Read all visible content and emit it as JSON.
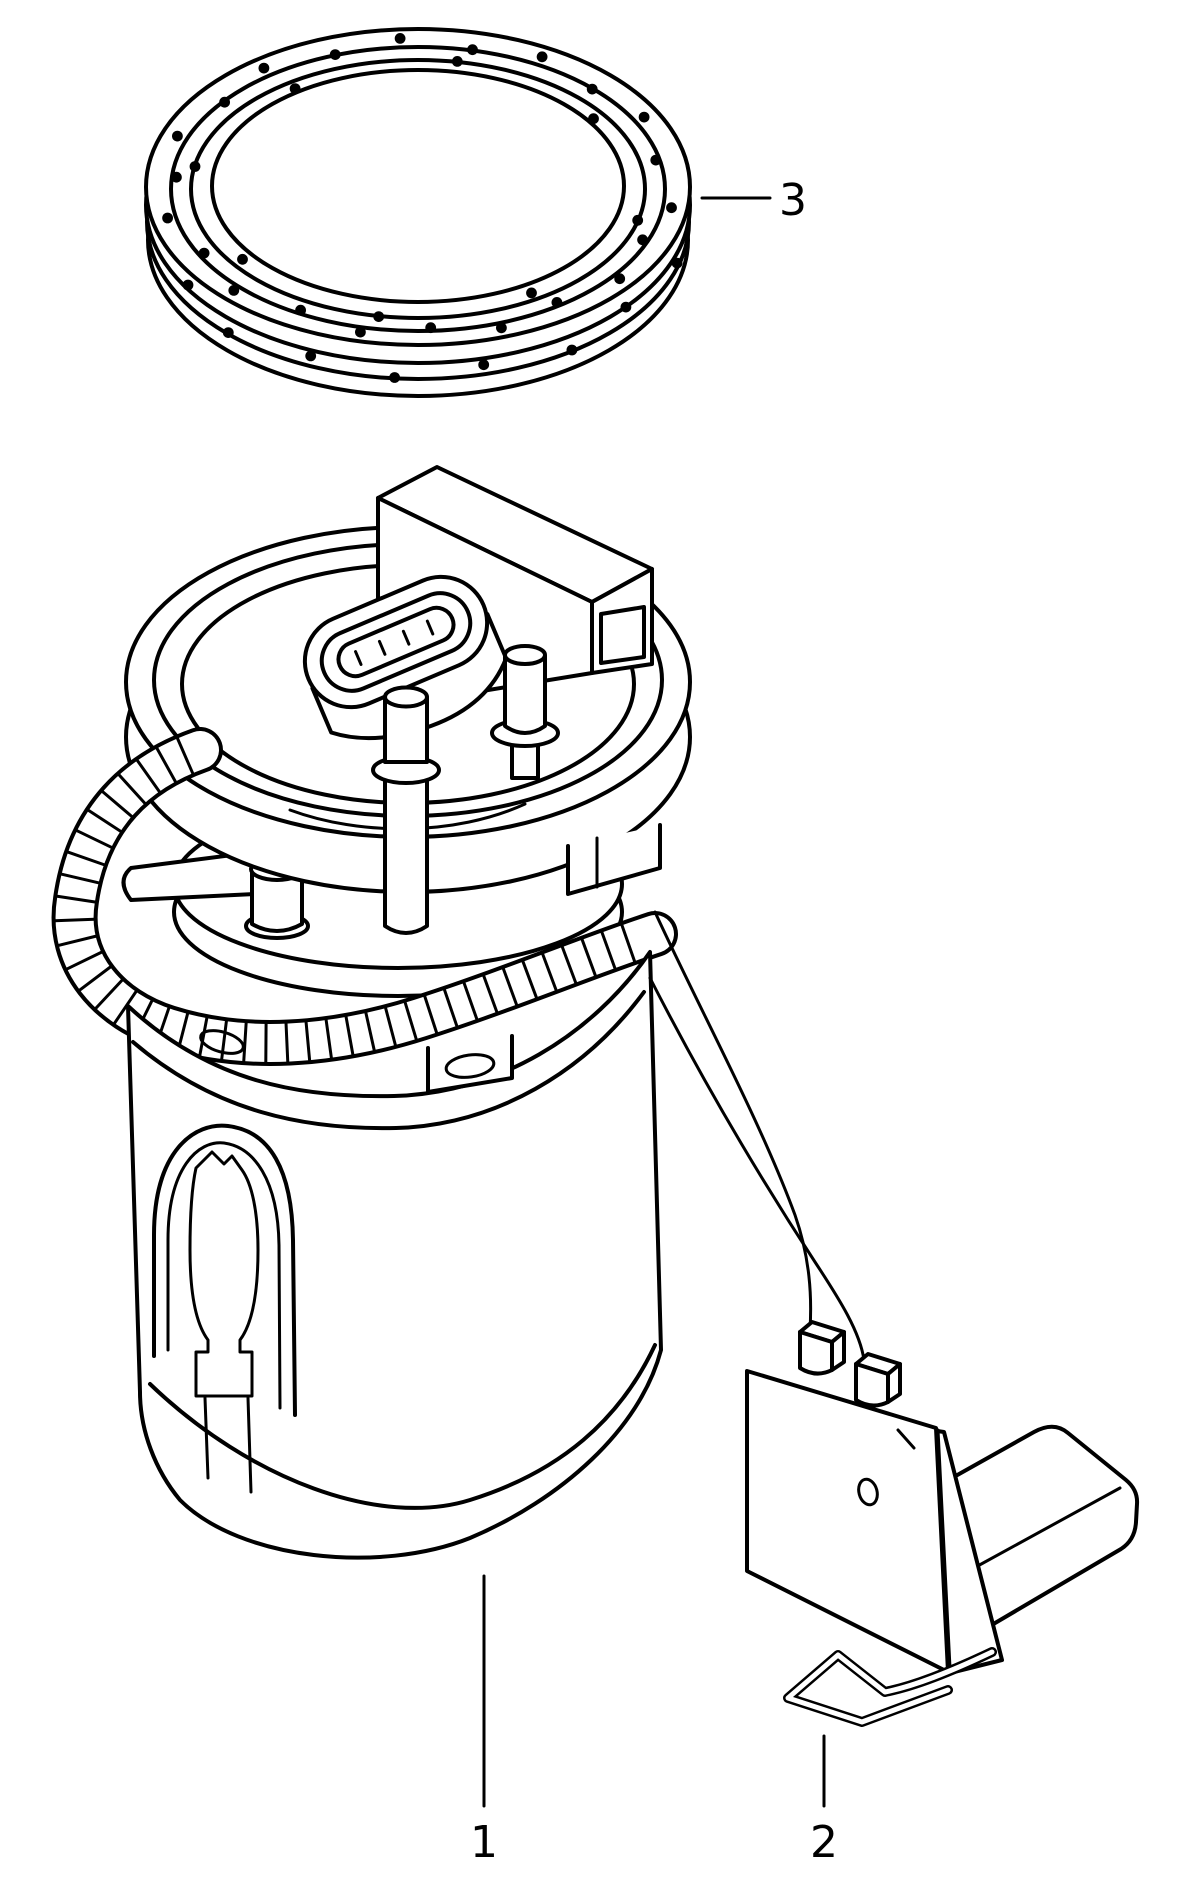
{
  "diagram": {
    "background_color": "#ffffff",
    "line_color": "#000000",
    "callouts": [
      {
        "part": "fuel-delivery-unit",
        "label": "1"
      },
      {
        "part": "fuel-level-sender",
        "label": "2"
      },
      {
        "part": "sealing-ring",
        "label": "3"
      }
    ]
  }
}
